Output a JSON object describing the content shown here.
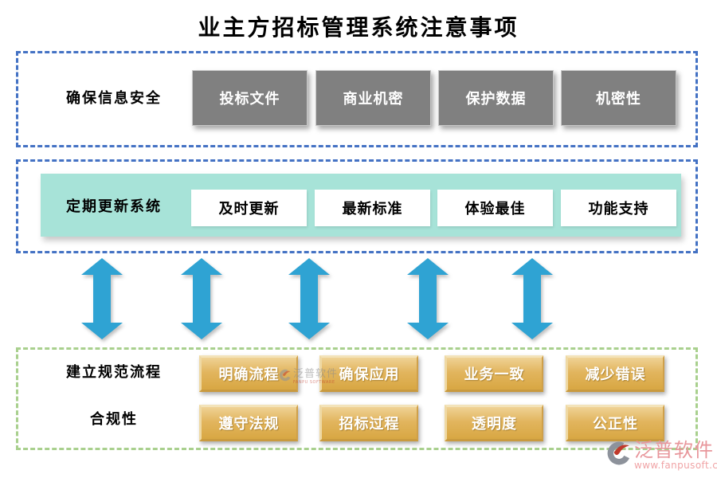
{
  "title": "业主方招标管理系统注意事项",
  "sections": {
    "info_security": {
      "label": "确保信息安全",
      "boxes": [
        "投标文件",
        "商业机密",
        "保护数据",
        "机密性"
      ]
    },
    "update_system": {
      "label": "定期更新系统",
      "boxes": [
        "及时更新",
        "最新标准",
        "体验最佳",
        "功能支持"
      ]
    },
    "process": {
      "rows": [
        {
          "label": "建立规范流程",
          "boxes": [
            "明确流程",
            "确保应用",
            "业务一致",
            "减少错误"
          ]
        },
        {
          "label": "合规性",
          "boxes": [
            "遵守法规",
            "招标过程",
            "透明度",
            "公正性"
          ]
        }
      ]
    }
  },
  "arrows": {
    "count": 5,
    "direction": "vertical-double"
  },
  "watermark": {
    "text": "泛普软件",
    "subtext": "FANPU SOFTWARE"
  },
  "logo": {
    "name": "泛普软件",
    "url": "www.fanpusoft.com"
  },
  "colors": {
    "section_border_blue": "#4472C4",
    "section_border_green": "#A9D08E",
    "gray_box": "#808080",
    "teal_panel": "#A7E3D8",
    "arrow_blue": "#2FA3D3",
    "gold_button": "#D8A743",
    "logo_pink": "#E8969B"
  }
}
